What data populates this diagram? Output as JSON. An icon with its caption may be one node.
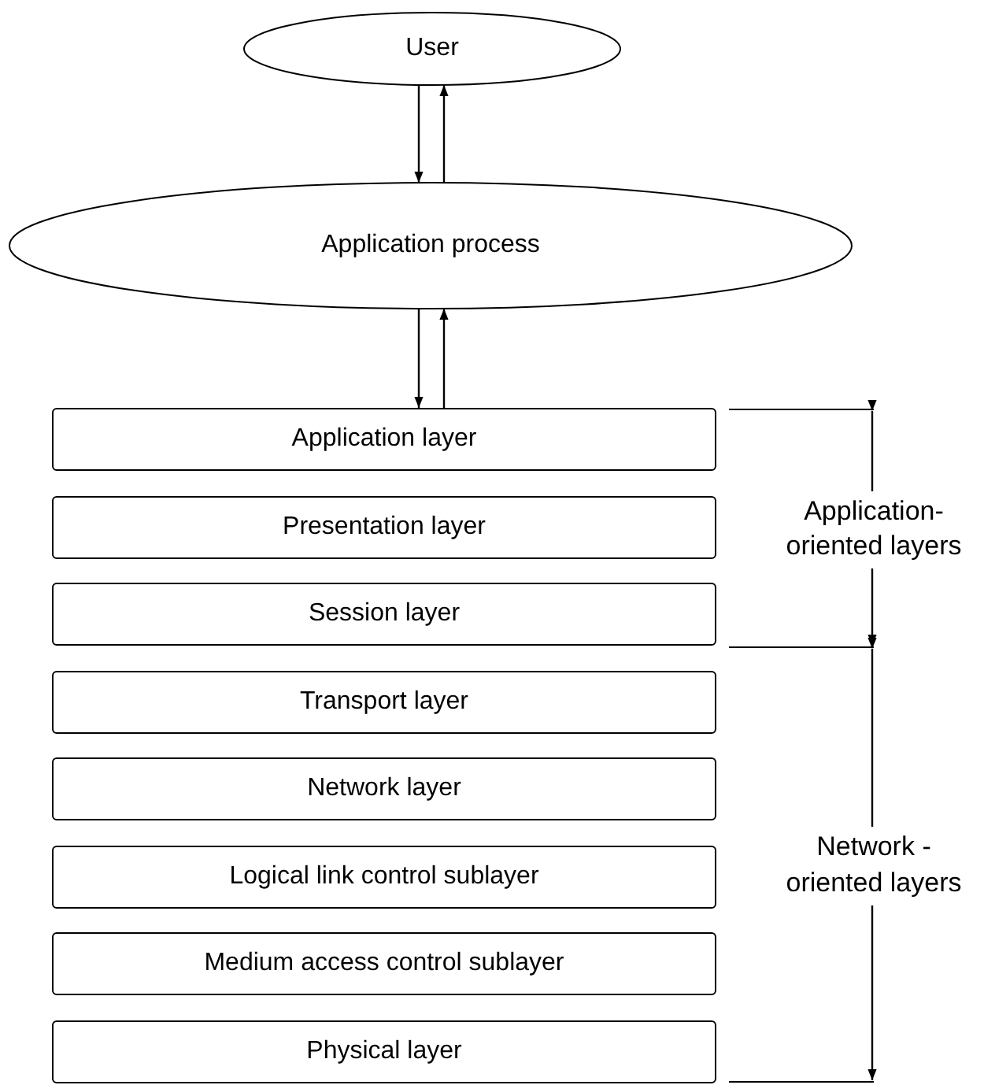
{
  "diagram": {
    "nodes": [
      {
        "text": [
          "User"
        ]
      },
      {
        "text": [
          "Application process"
        ]
      },
      {
        "text": [
          "Application layer"
        ]
      },
      {
        "text": [
          "Presentation layer"
        ]
      },
      {
        "text": [
          "Session layer"
        ]
      },
      {
        "text": [
          "Transport layer"
        ]
      },
      {
        "text": [
          "Network layer"
        ]
      },
      {
        "text": [
          "Logical link control sublayer"
        ]
      },
      {
        "text": [
          "Medium access control sublayer"
        ]
      },
      {
        "text": [
          "Physical layer"
        ]
      }
    ],
    "edges": [
      {
        "from": 0,
        "to": 1,
        "arrow": "to"
      },
      {
        "from": 1,
        "to": 0,
        "arrow": "to"
      },
      {
        "from": 1,
        "to": 2,
        "arrow": "to"
      },
      {
        "from": 2,
        "to": 1,
        "arrow": "to"
      }
    ],
    "labels": [
      "Application- oriented layers",
      "Network - oriented layers"
    ]
  }
}
